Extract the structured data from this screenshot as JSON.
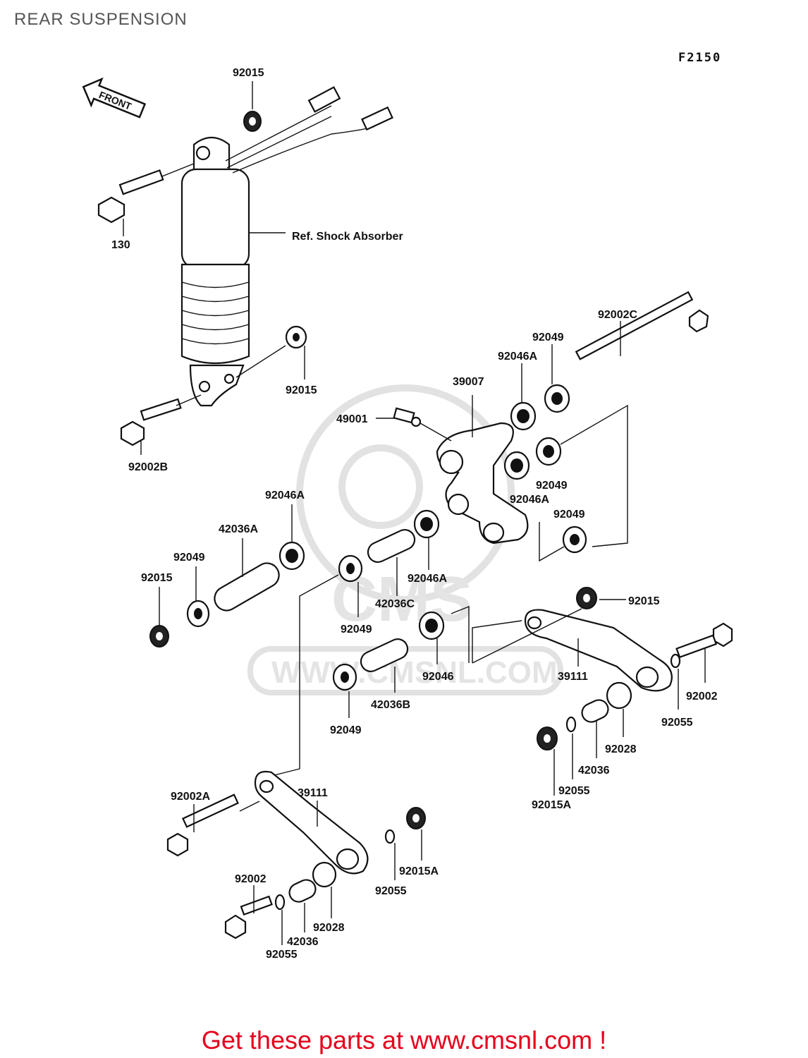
{
  "title": "REAR SUSPENSION",
  "figure_code": "F2150",
  "front_arrow_text": "FRONT",
  "watermark_text": "WWW.CMSNL.COM",
  "watermark_brand": "CMS",
  "ref_label": "Ref. Shock Absorber",
  "promo_text": "Get these parts at www.cmsnl.com !",
  "part_labels": [
    "92015",
    "130",
    "92015",
    "92002B",
    "92002C",
    "92049",
    "92046A",
    "39007",
    "49001",
    "92049",
    "92046A",
    "92049",
    "92046A",
    "42036A",
    "92049",
    "92015",
    "92046A",
    "42036C",
    "92049",
    "92015",
    "92046",
    "42036B",
    "92049",
    "39111",
    "92002",
    "92055",
    "92028",
    "42036",
    "92055",
    "92015A",
    "92002A",
    "39111",
    "92055",
    "92015A",
    "92002",
    "92028",
    "42036",
    "92055"
  ],
  "colors": {
    "promo": "#e4001b",
    "title": "#555555",
    "ink": "#111111"
  }
}
